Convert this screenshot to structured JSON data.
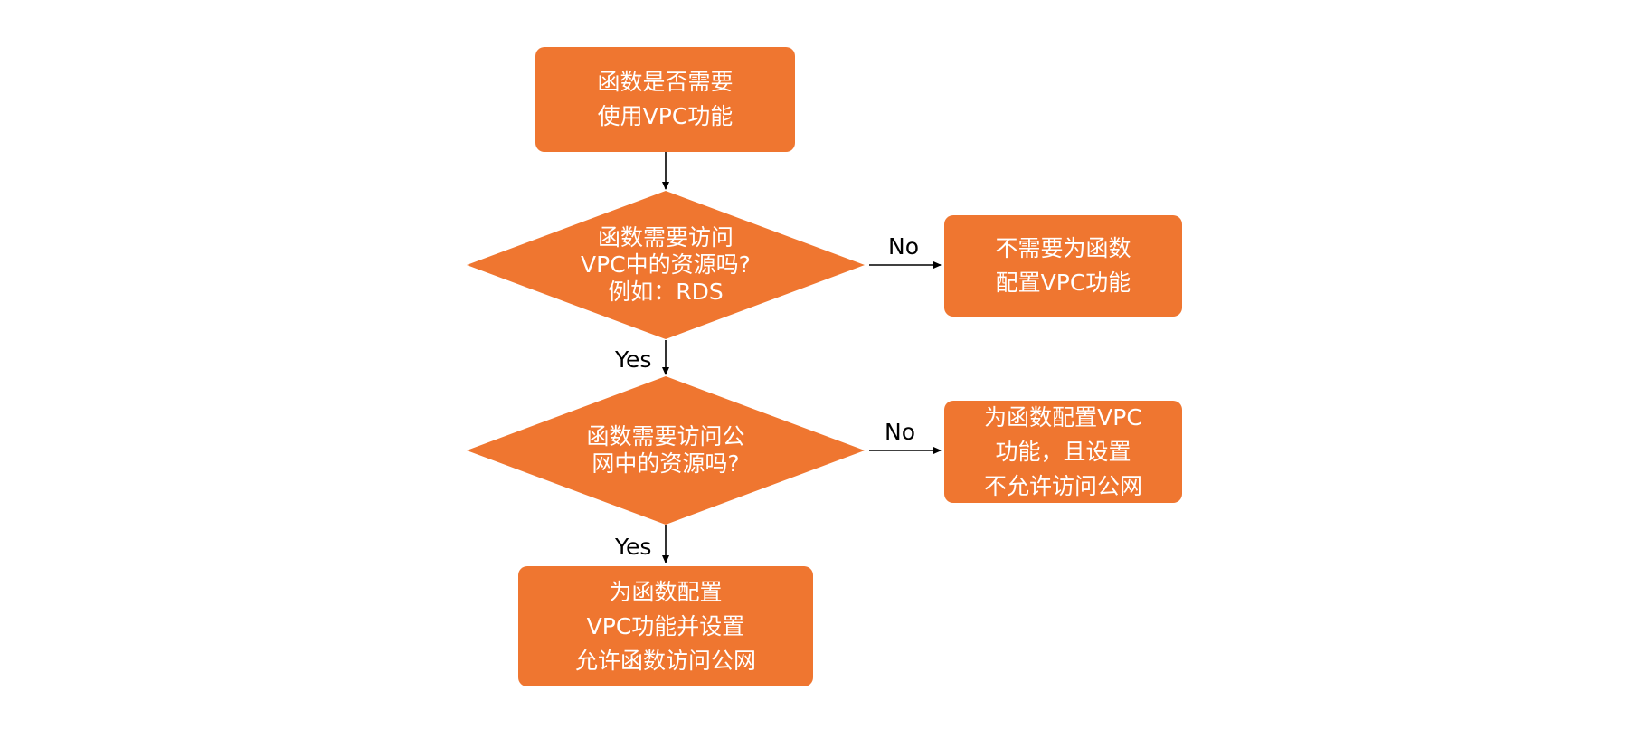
{
  "colors": {
    "node_fill": "#ef7630",
    "node_text": "#ffffff",
    "edge": "#000000",
    "edge_label": "#000000"
  },
  "nodes": {
    "start": {
      "lines": [
        "函数是否需要",
        "使用VPC功能"
      ]
    },
    "decision_vpc_resource": {
      "lines": [
        "函数需要访问",
        "VPC中的资源吗?",
        "例如：RDS"
      ]
    },
    "result_no_vpc": {
      "lines": [
        "不需要为函数",
        "配置VPC功能"
      ]
    },
    "decision_public_network": {
      "lines": [
        "函数需要访问公",
        "网中的资源吗?"
      ]
    },
    "result_vpc_no_public": {
      "lines": [
        "为函数配置VPC",
        "功能，且设置",
        "不允许访问公网"
      ]
    },
    "result_vpc_with_public": {
      "lines": [
        "为函数配置",
        "VPC功能并设置",
        "允许函数访问公网"
      ]
    }
  },
  "edges": {
    "no_1": "No",
    "yes_1": "Yes",
    "no_2": "No",
    "yes_2": "Yes"
  }
}
